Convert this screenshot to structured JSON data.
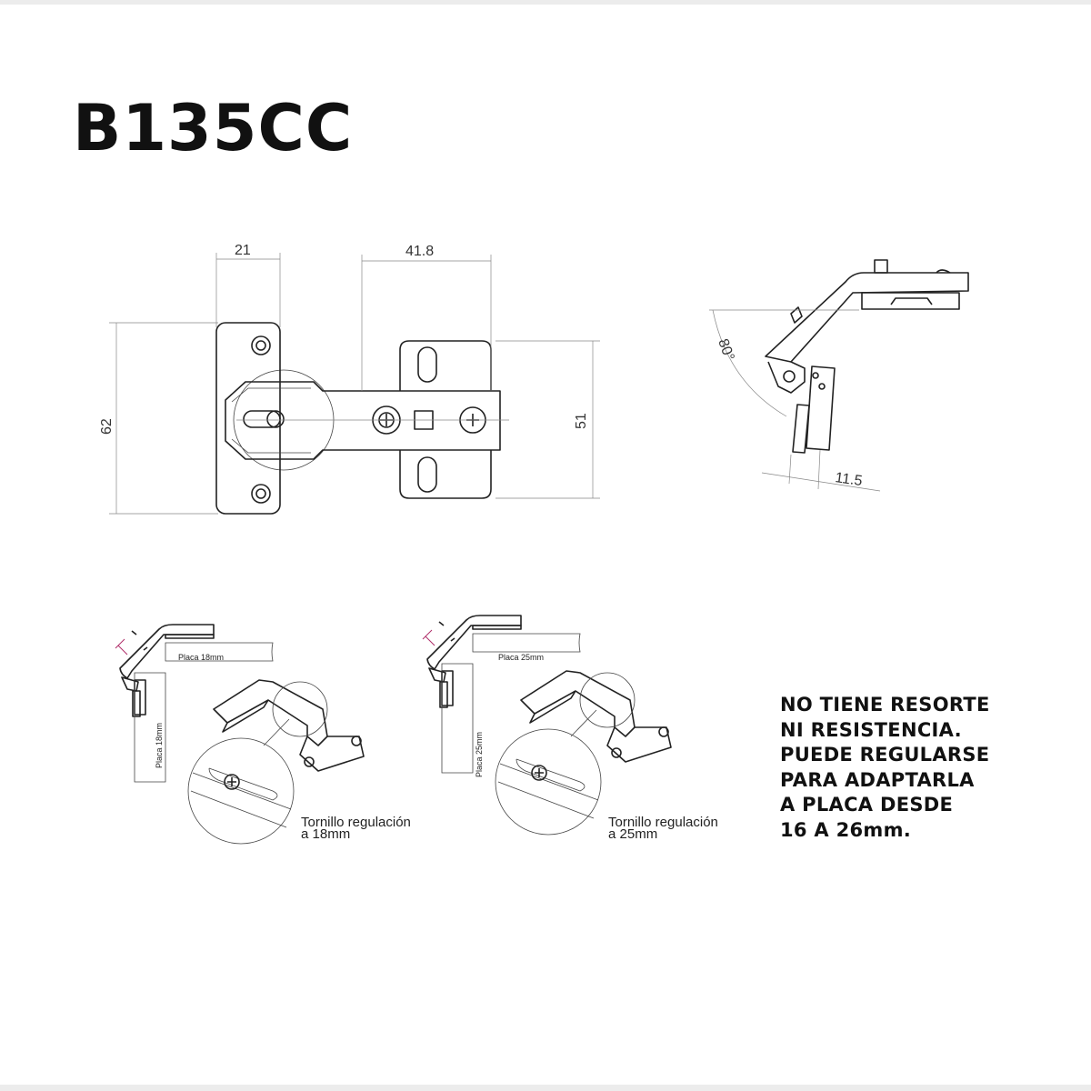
{
  "title": "B135CC",
  "dimensions": {
    "plate_width": "21",
    "mount_width": "41.8",
    "total_height": "62",
    "mount_height": "51",
    "angle": "80°",
    "offset": "11.5"
  },
  "details": [
    {
      "door_label": "Placa 18mm",
      "side_label": "Placa 18mm",
      "caption_line1": "Tornillo regulación",
      "caption_line2": "a 18mm"
    },
    {
      "door_label": "Placa 25mm",
      "side_label": "Placa 25mm",
      "caption_line1": "Tornillo regulación",
      "caption_line2": "a 25mm"
    }
  ],
  "note": [
    "NO TIENE RESORTE",
    "NI RESISTENCIA.",
    "PUEDE REGULARSE",
    "PARA ADAPTARLA",
    "A PLACA DESDE",
    "16 A 26mm."
  ],
  "colors": {
    "accent": "#b0306a",
    "border": "#ececec"
  }
}
